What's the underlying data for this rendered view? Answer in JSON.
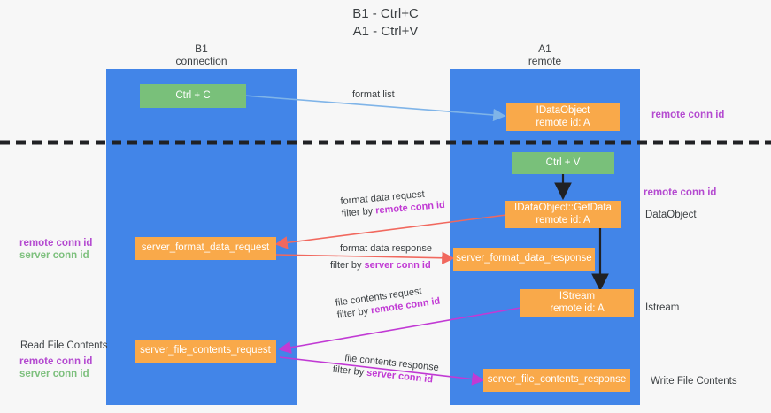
{
  "title": "B1 - Ctrl+C\nA1 - Ctrl+V",
  "colors": {
    "lane": "#4285e8",
    "green_node": "#79c07a",
    "orange_node": "#f9a94a",
    "remote_conn_id": "#b44ad0",
    "server_conn_id": "#7ec07e",
    "arrow_format_list": "#7fb4e8",
    "arrow_format_data": "#f1685e",
    "arrow_file_contents": "#c13ad4",
    "arrow_black": "#202124",
    "divider": "#202124",
    "background": "#f7f7f7"
  },
  "columns": [
    {
      "name": "b1",
      "heading": "B1\nconnection"
    },
    {
      "name": "a1",
      "heading": "A1\nremote"
    }
  ],
  "nodes": {
    "ctrl_c": {
      "line1": "Ctrl + C",
      "line2": ""
    },
    "data_object_remote": {
      "line1": "IDataObject",
      "line2": "remote id: A"
    },
    "ctrl_v": {
      "line1": "Ctrl + V",
      "line2": ""
    },
    "get_data": {
      "line1": "IDataObject::GetData",
      "line2": "remote id: A"
    },
    "server_format_data_request": {
      "line1": "server_format_data_request",
      "line2": ""
    },
    "server_format_data_response": {
      "line1": "server_format_data_response",
      "line2": ""
    },
    "istream": {
      "line1": "IStream",
      "line2": "remote id: A"
    },
    "server_file_contents_request": {
      "line1": "server_file_contents_request",
      "line2": ""
    },
    "server_file_contents_response": {
      "line1": "server_file_contents_response",
      "line2": ""
    }
  },
  "edges": {
    "format_list": {
      "label": "format list"
    },
    "format_data_request": {
      "label": "format data request",
      "filter_prefix": "filter by ",
      "filter_key": "remote conn id"
    },
    "format_data_response": {
      "label": "format data response",
      "filter_prefix": "filter by ",
      "filter_key": "server conn id"
    },
    "file_contents_request": {
      "label": "file contents request",
      "filter_prefix": "filter by ",
      "filter_key": "remote conn id"
    },
    "file_contents_response": {
      "label": "file contents response",
      "filter_prefix": "filter by ",
      "filter_key": "server conn id"
    }
  },
  "annotations": {
    "right_remote_conn_id_top": "remote conn id",
    "right_remote_conn_id_mid": "remote conn id",
    "right_data_object": "DataObject",
    "right_istream": "Istream",
    "right_write_file_contents": "Write File Contents",
    "left_read_file_contents": "Read File Contents",
    "left_remote_conn_id": "remote conn id",
    "left_server_conn_id": "server conn id",
    "left_remote_conn_id_2": "remote conn id",
    "left_server_conn_id_2": "server conn id"
  }
}
